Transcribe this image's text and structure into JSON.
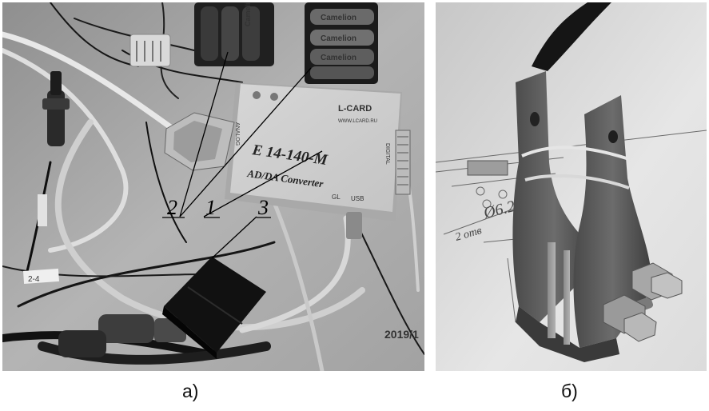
{
  "figure": {
    "caption_a": "а)",
    "caption_b": "б)"
  },
  "photo_a": {
    "device_model": "E 14-140-M",
    "device_subtitle": "AD/DA Converter",
    "device_brand": "L-CARD",
    "device_url": "WWW.LCARD.RU",
    "port_analog": "ANALOG",
    "port_digital": "DIGITAL",
    "port_gl": "GL",
    "port_usb": "USB",
    "battery_brand": "Camelion",
    "timestamp": "2019/1",
    "tag_label": "2-4",
    "callout_1": "1",
    "callout_2": "2",
    "callout_3": "3"
  },
  "photo_b": {
    "drawing_dimension": "Ø6.2",
    "drawing_note": "2 отв"
  }
}
